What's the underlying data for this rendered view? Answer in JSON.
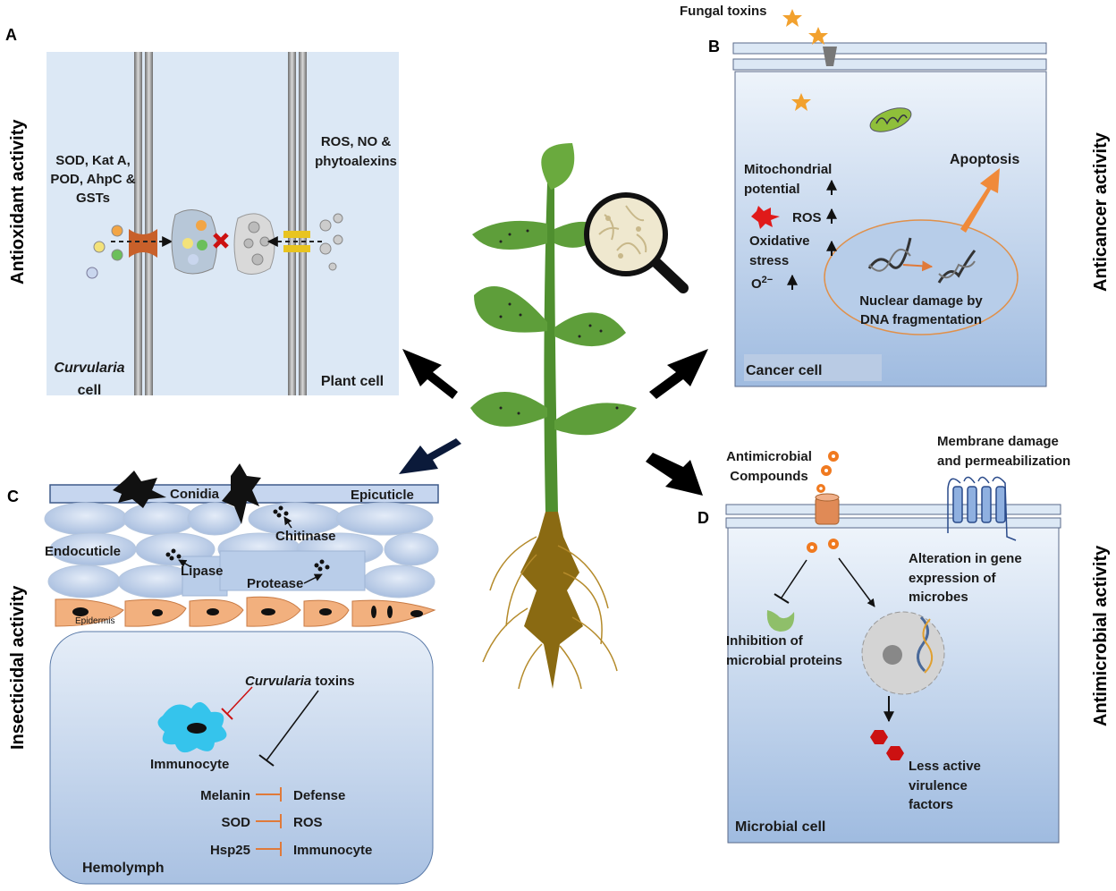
{
  "panels": {
    "a": {
      "letter": "A",
      "side_title": "Antioxidant activity",
      "left_enzymes": [
        "SOD, Kat A,",
        "POD, AhpC &",
        "GSTs"
      ],
      "right_molecules": [
        "ROS, NO &",
        "phytoalexins"
      ],
      "curvularia": "Curvularia",
      "cell": "cell",
      "plant_cell": "Plant cell"
    },
    "b": {
      "letter": "B",
      "side_title": "Anticancer activity",
      "fungal_toxins": "Fungal toxins",
      "mito_line1": "Mitochondrial",
      "mito_line2": "potential",
      "ros": "ROS",
      "oxidative_line1": "Oxidative",
      "oxidative_line2": "stress",
      "o2": "O",
      "o2_sup": "2−",
      "apoptosis": "Apoptosis",
      "nuclear_line1": "Nuclear damage by",
      "nuclear_line2": "DNA fragmentation",
      "cancer_cell": "Cancer cell"
    },
    "c": {
      "letter": "C",
      "side_title": "Insecticidal activity",
      "conidia": "Conidia",
      "epicuticle": "Epicuticle",
      "chitinase": "Chitinase",
      "endocuticle": "Endocuticle",
      "lipase": "Lipase",
      "protease": "Protease",
      "epidermis": "Epidermis",
      "toxins_italic": "Curvularia",
      "toxins_rest": " toxins",
      "immunocyte": "Immunocyte",
      "pairs": [
        {
          "left": "Melanin",
          "right": "Defense"
        },
        {
          "left": "SOD",
          "right": "ROS"
        },
        {
          "left": "Hsp25",
          "right": "Immunocyte"
        }
      ],
      "hemolymph": "Hemolymph"
    },
    "d": {
      "letter": "D",
      "side_title": "Antimicrobial activity",
      "antimicrobial_line1": "Antimicrobial",
      "antimicrobial_line2": "Compounds",
      "membrane_line1": "Membrane damage",
      "membrane_line2": "and permeabilization",
      "alteration": [
        "Alteration in gene",
        "expression of",
        "microbes"
      ],
      "inhibition_line1": "Inhibition of",
      "inhibition_line2": "microbial proteins",
      "virulence": [
        "Less active",
        "virulence",
        "factors"
      ],
      "microbial_cell": "Microbial  cell"
    }
  },
  "colors": {
    "panel_bg": "#dce8f5",
    "cell_fill": "#a9c3e6",
    "membrane": "#7a8a9a",
    "leaf": "#5e9e3a",
    "stem": "#4f8f2f",
    "root": "#8a6a12",
    "arrow": "#000000",
    "orange_line": "#e07a3a",
    "skin": "#f2b07e",
    "red": "#cc1111"
  },
  "icons": [
    "magnifier-icon",
    "star-toxin-icon",
    "mitochondrion-icon",
    "dna-icon",
    "gear-compound-icon",
    "receptor-icon"
  ]
}
